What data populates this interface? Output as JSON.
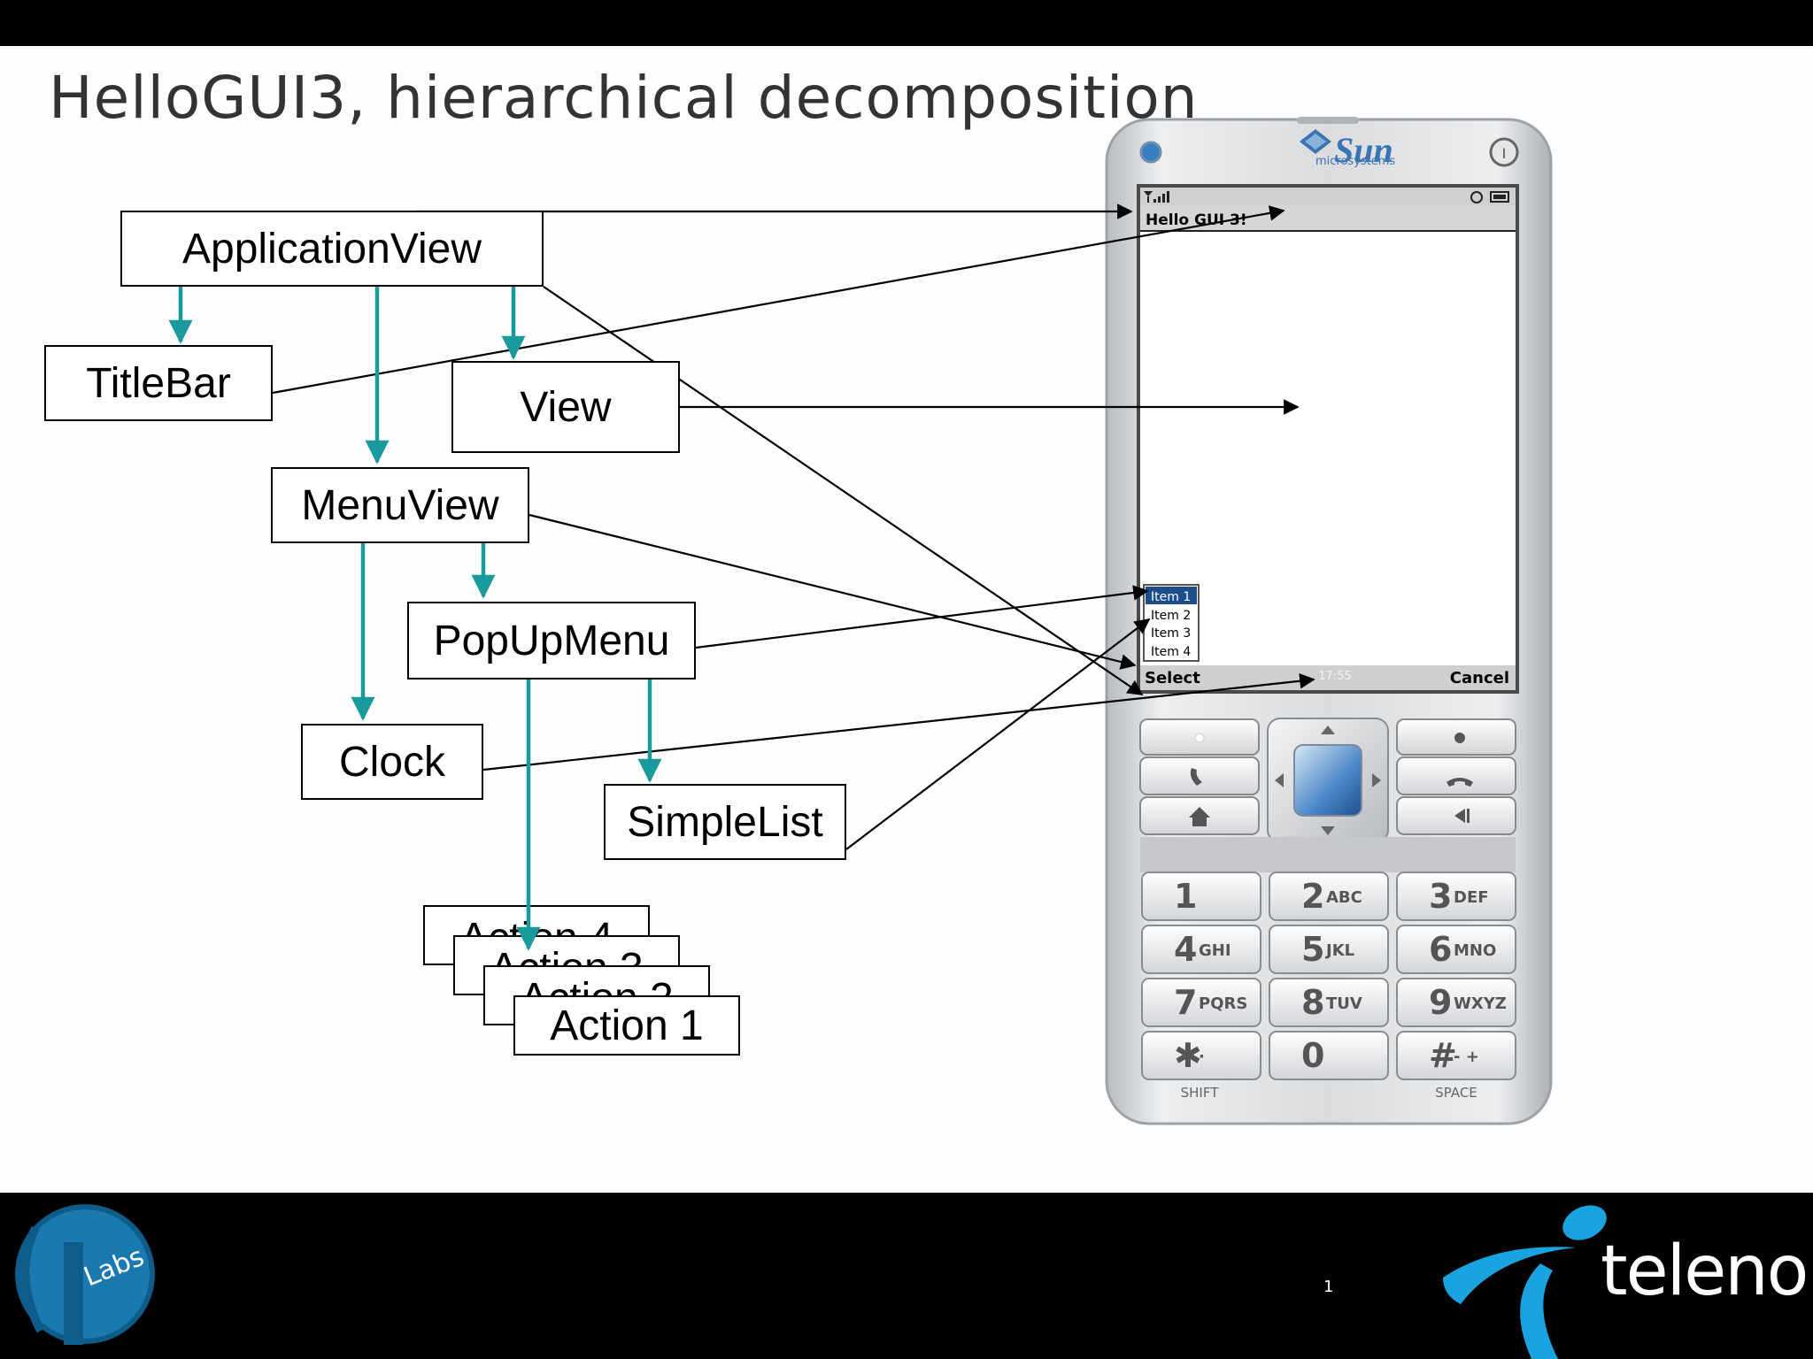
{
  "slide": {
    "title": "HelloGUI3, hierarchical decomposition",
    "page_number": "1"
  },
  "diagram": {
    "nodes": {
      "application_view": "ApplicationView",
      "title_bar": "TitleBar",
      "view": "View",
      "menu_view": "MenuView",
      "popup_menu": "PopUpMenu",
      "clock": "Clock",
      "simple_list": "SimpleList",
      "action_4": "Action 4",
      "action_3": "Action 3",
      "action_2": "Action 2",
      "action_1": "Action 1"
    },
    "colors": {
      "child_arrow": "#1a9a9c",
      "pointer_arrow": "#000000"
    }
  },
  "phone": {
    "brand": "Sun",
    "brand_sub": "microsystems",
    "screen_title": "Hello GUI 3!",
    "menu_items": [
      "Item 1",
      "Item 2",
      "Item 3",
      "Item 4"
    ],
    "softkey_left": "Select",
    "softkey_right": "Cancel",
    "clock": "17:55",
    "keys": [
      {
        "digit": "1",
        "letters": ""
      },
      {
        "digit": "2",
        "letters": "ABC"
      },
      {
        "digit": "3",
        "letters": "DEF"
      },
      {
        "digit": "4",
        "letters": "GHI"
      },
      {
        "digit": "5",
        "letters": "JKL"
      },
      {
        "digit": "6",
        "letters": "MNO"
      },
      {
        "digit": "7",
        "letters": "PQRS"
      },
      {
        "digit": "8",
        "letters": "TUV"
      },
      {
        "digit": "9",
        "letters": "WXYZ"
      },
      {
        "digit": "✱",
        "letters": "·"
      },
      {
        "digit": "0",
        "letters": ""
      },
      {
        "digit": "#",
        "letters": "- +"
      }
    ],
    "shift_label": "SHIFT",
    "space_label": "SPACE",
    "colors": {
      "body": "#d8dadc",
      "selection": "#1c4e8c",
      "screen_bar": "#c4c4c4"
    }
  },
  "footer": {
    "labs_logo_text": "Labs",
    "telenor_logo_text": "telenor",
    "colors": {
      "labs_blue": "#1a7ab0",
      "telenor_blue": "#19a3e0"
    }
  }
}
